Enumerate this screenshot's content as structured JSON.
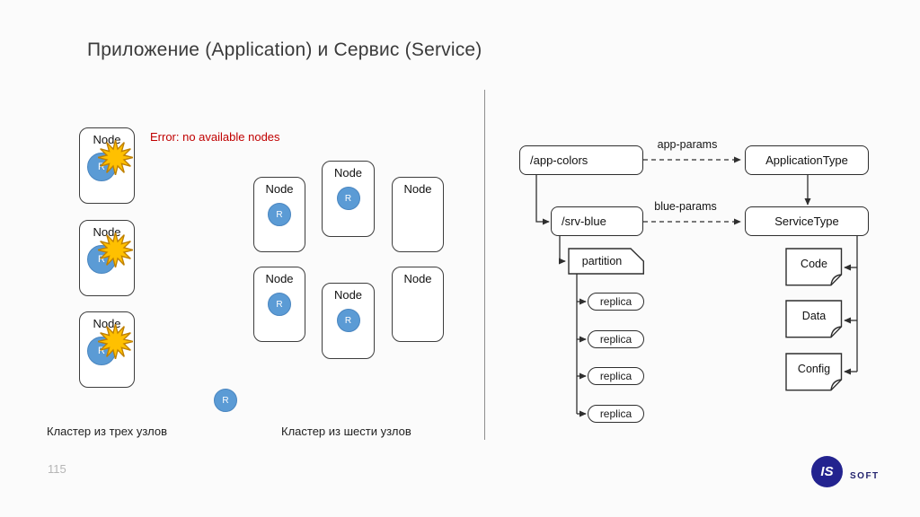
{
  "title": "Приложение (Application) и Сервис (Service)",
  "page_number": "115",
  "labels": {
    "node": "Node",
    "replica_letter": "R",
    "error": "Error: no available nodes",
    "cluster_three": "Кластер из трех узлов",
    "cluster_six": "Кластер из шести узлов"
  },
  "diagram": {
    "app_node": "/app-colors",
    "srv_node": "/srv-blue",
    "app_params": "app-params",
    "blue_params": "blue-params",
    "application_type": "ApplicationType",
    "service_type": "ServiceType",
    "partition": "partition",
    "replicas": [
      "replica",
      "replica",
      "replica",
      "replica"
    ],
    "documents": [
      "Code",
      "Data",
      "Config"
    ]
  },
  "logo": {
    "monogram": "IS",
    "brand": "SOFT"
  },
  "colors": {
    "replica_blue": "#5b9bd5",
    "explosion_yellow": "#ffc000",
    "explosion_border": "#bf8000",
    "error_red": "#c00000",
    "logo_navy": "#23238f"
  }
}
